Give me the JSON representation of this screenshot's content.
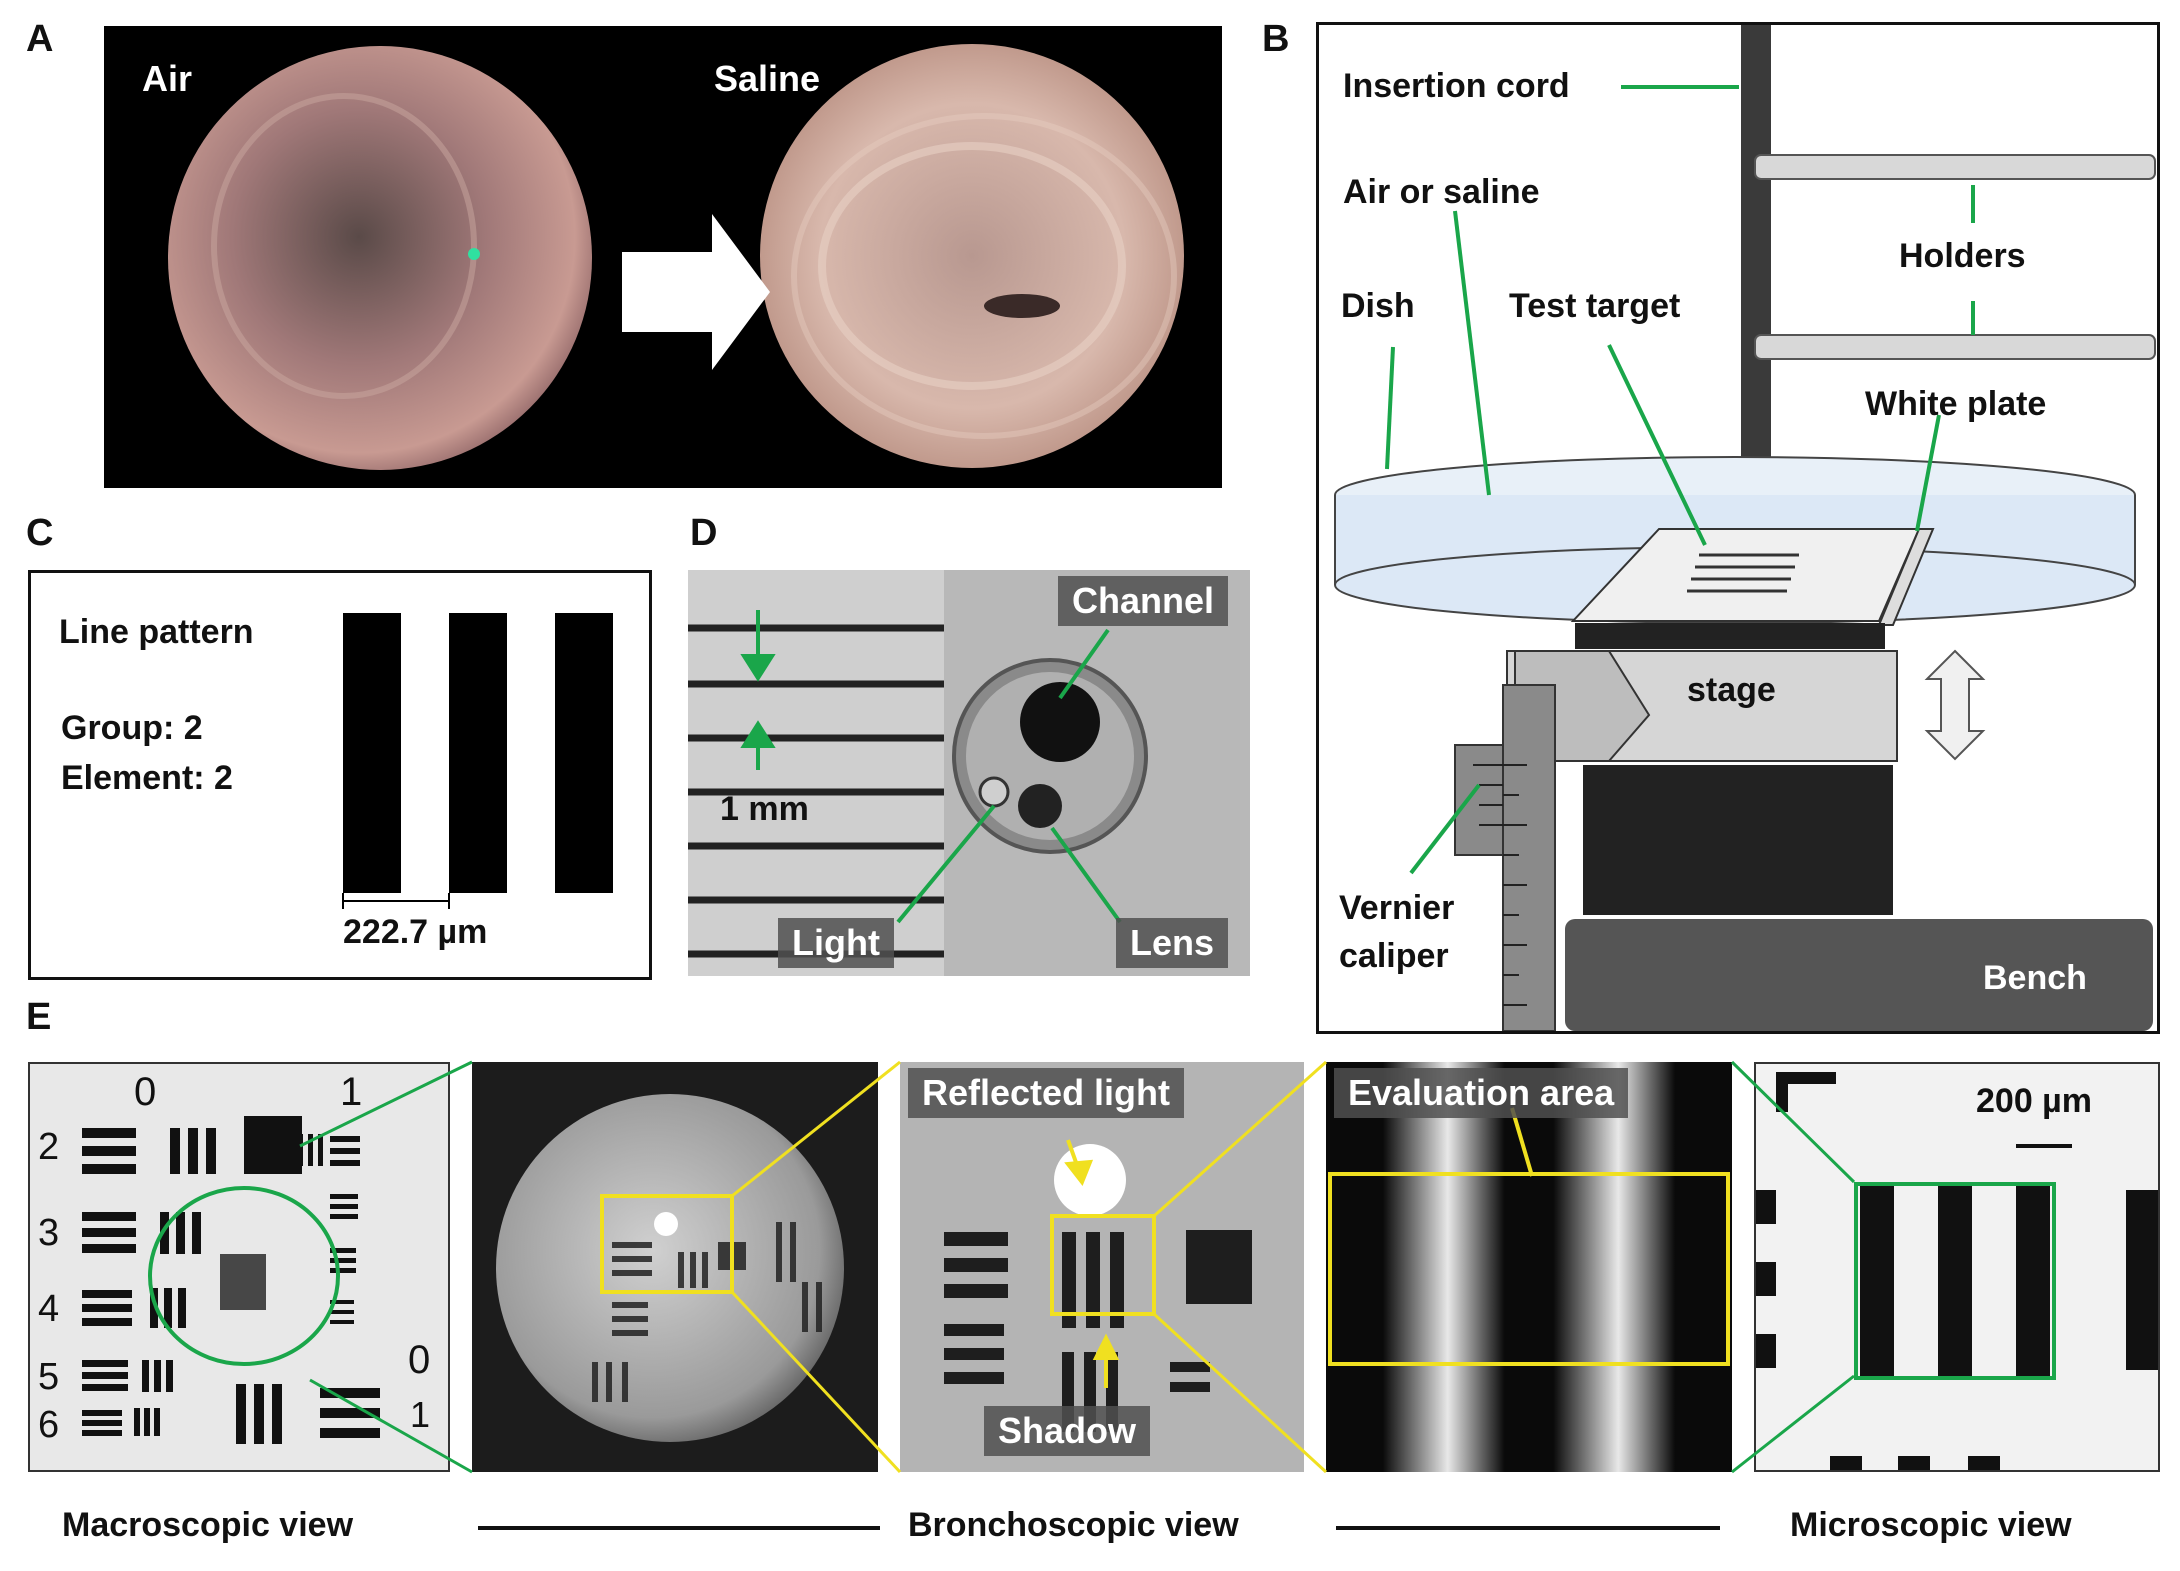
{
  "panels": {
    "a": {
      "label": "A",
      "air": "Air",
      "saline": "Saline"
    },
    "b": {
      "label": "B",
      "insertion_cord": "Insertion cord",
      "air_or_saline": "Air or saline",
      "holders": "Holders",
      "dish": "Dish",
      "test_target": "Test target",
      "white_plate": "White plate",
      "stage": "stage",
      "vernier_line1": "Vernier",
      "vernier_line2": "caliper",
      "bench": "Bench"
    },
    "c": {
      "label": "C",
      "line_pattern": "Line pattern",
      "group": "Group: 2",
      "element": "Element: 2",
      "width": "222.7 µm"
    },
    "d": {
      "label": "D",
      "channel": "Channel",
      "scale": "1 mm",
      "light": "Light",
      "lens": "Lens"
    },
    "e": {
      "label": "E",
      "reflected_light": "Reflected light",
      "shadow": "Shadow",
      "evaluation_area": "Evaluation area",
      "scale": "200 µm",
      "macroscopic": "Macroscopic view",
      "bronchoscopic": "Bronchoscopic view",
      "microscopic": "Microscopic view",
      "target_groups": {
        "top_left": "0",
        "top_right": "1",
        "rows": [
          "2",
          "3",
          "4",
          "5",
          "6"
        ],
        "side0": "0",
        "side1": "1"
      }
    }
  },
  "colors": {
    "green": "#1aa64a",
    "yellow": "#f0e020",
    "tag_bg": "#555555"
  }
}
